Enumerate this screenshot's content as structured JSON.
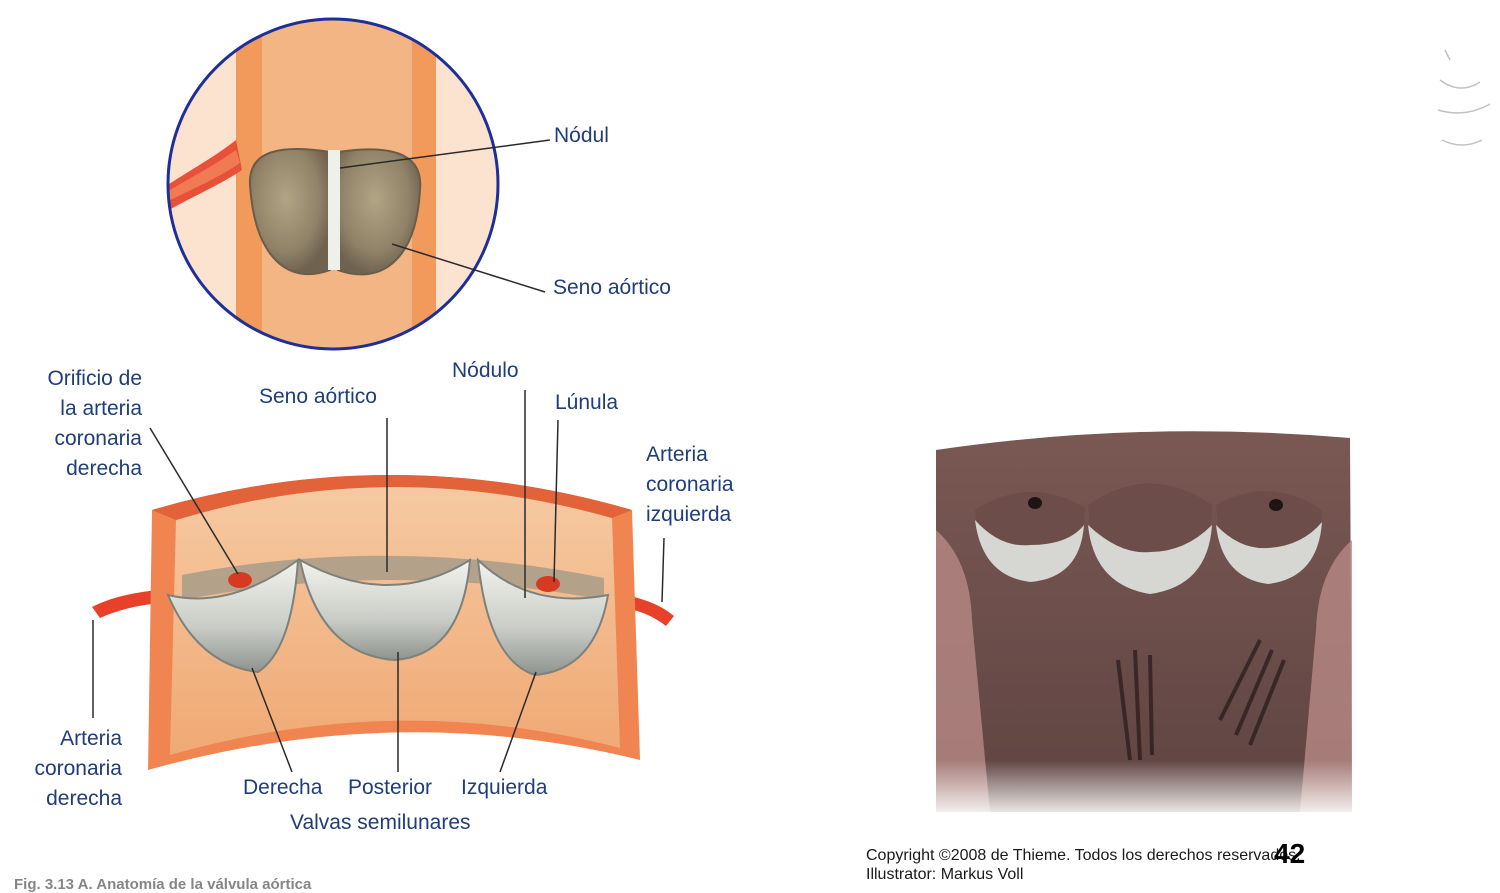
{
  "labels": {
    "nodulo_top": "Nódul",
    "seno_aortico_top": "Seno aórtico",
    "orificio": [
      "Orificio de",
      "la arteria",
      "coronaria",
      "derecha"
    ],
    "seno_aortico": "Seno aórtico",
    "nodulo": "Nódulo",
    "lunula": "Lúnula",
    "arteria_izq": [
      "Arteria",
      "coronaria",
      "izquierda"
    ],
    "arteria_der": [
      "Arteria",
      "coronaria",
      "derecha"
    ],
    "derecha": "Derecha",
    "posterior": "Posterior",
    "izquierda": "Izquierda",
    "valvas": "Valvas semilunares"
  },
  "copyright": {
    "line1": "Copyright ©2008 de Thieme. Todos los derechos reservados.",
    "line2": "Illustrator: Markus Voll"
  },
  "page_number": "42",
  "caption": "Fig. 3.13 A. Anatomía de la válvula aórtica"
}
